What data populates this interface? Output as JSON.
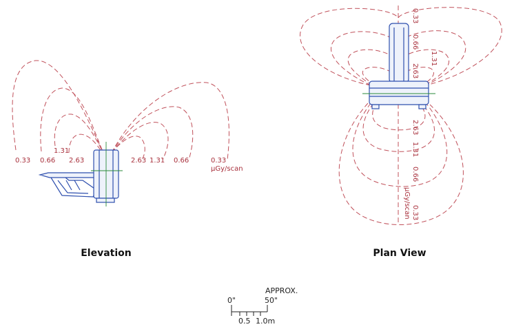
{
  "elevation": {
    "title": "Elevation",
    "left_labels": [
      "0.33",
      "0.66",
      "1.31",
      "2.63"
    ],
    "right_labels": [
      "2.63",
      "1.31",
      "0.66",
      "0.33"
    ],
    "unit": "µGy/scan"
  },
  "plan": {
    "title": "Plan View",
    "top_labels": [
      "0.33",
      "0.66",
      "1.31",
      "2.63"
    ],
    "bottom_labels": [
      "2.63",
      "1.31",
      "0.66",
      "0.33"
    ],
    "unit": "µGy/scan"
  },
  "scale": {
    "approx": "APPROX.",
    "inch_start": "0\"",
    "inch_end": "50\"",
    "m_mid": "0.5",
    "m_end": "1.0m"
  },
  "colors": {
    "isodose": "#c0505a",
    "device": "#2e4fae",
    "centerline": "#2a8a3a"
  }
}
